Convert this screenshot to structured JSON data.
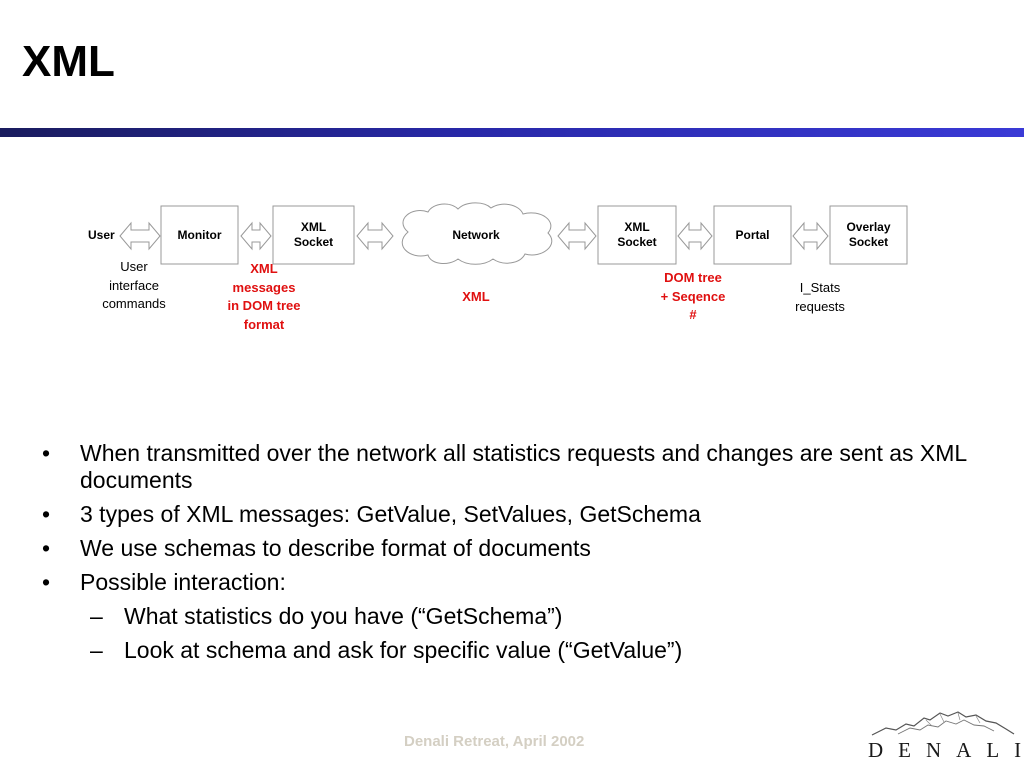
{
  "slide": {
    "title": "XML"
  },
  "diagram": {
    "user_label": "User",
    "nodes": {
      "monitor": [
        "Monitor"
      ],
      "xml_socket_left": [
        "XML",
        "Socket"
      ],
      "network": [
        "Network"
      ],
      "xml_socket_right": [
        "XML",
        "Socket"
      ],
      "portal": [
        "Portal"
      ],
      "overlay_socket": [
        "Overlay",
        "Socket"
      ]
    },
    "notes": {
      "user_commands": [
        "User",
        "interface",
        "commands"
      ],
      "xml_dom": [
        "XML",
        "messages",
        "in DOM tree",
        "format"
      ],
      "xml_network": [
        "XML"
      ],
      "dom_sequence": [
        "DOM tree",
        "+ Seqence",
        "#"
      ],
      "istats": [
        "I_Stats",
        "requests"
      ]
    },
    "colors": {
      "box_border": "#999999",
      "arrow": "#999999",
      "highlight_text": "#e01010"
    }
  },
  "bullets": [
    {
      "level": 1,
      "marker": "•",
      "text": "When transmitted over the network all statistics requests and changes are sent as XML documents"
    },
    {
      "level": 1,
      "marker": "•",
      "text": "3 types of XML messages: GetValue, SetValues, GetSchema"
    },
    {
      "level": 1,
      "marker": "•",
      "text": "We use schemas to describe format of documents"
    },
    {
      "level": 1,
      "marker": "•",
      "text": "Possible interaction:"
    },
    {
      "level": 2,
      "marker": "–",
      "text": "What statistics do you have (“GetSchema”)"
    },
    {
      "level": 2,
      "marker": "–",
      "text": "Look at schema and ask for specific value (“GetValue”)"
    }
  ],
  "footer": {
    "text": "Denali Retreat, April  2002"
  },
  "logo": {
    "word": "DENALI",
    "icon": "mountain-range-logo"
  },
  "colors": {
    "title_bar_dark": "#1a1c5e",
    "title_bar_light": "#3a3ad6",
    "footer_text": "#d4cfc3"
  }
}
